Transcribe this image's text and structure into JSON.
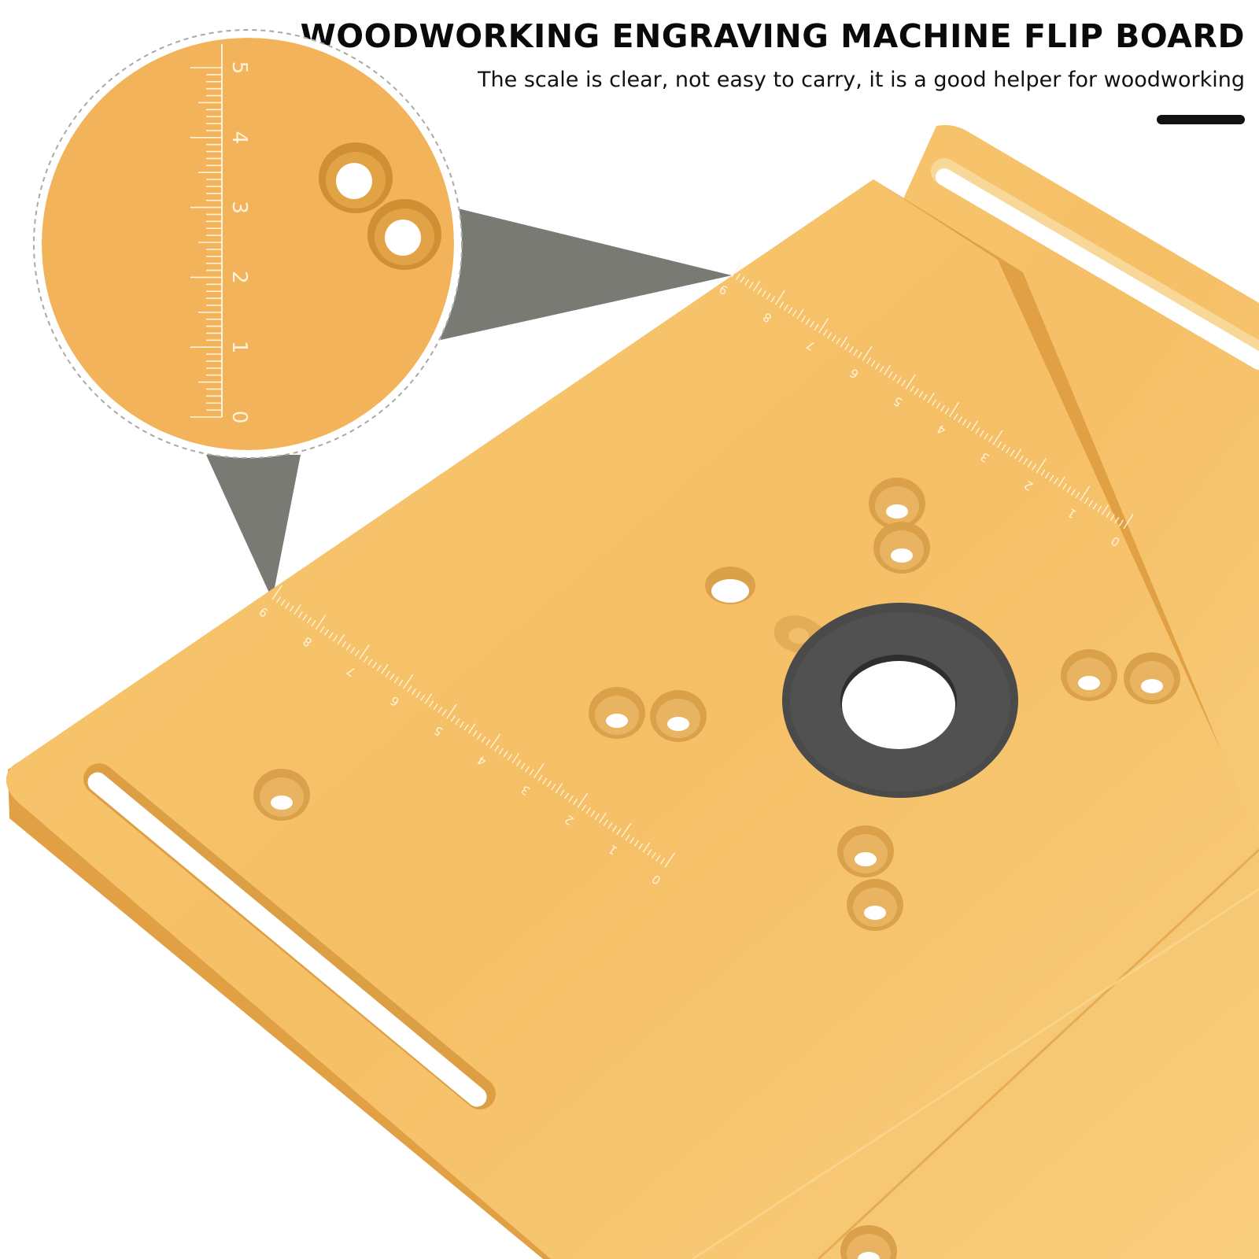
{
  "header": {
    "title": "WOODWORKING ENGRAVING MACHINE FLIP BOARD",
    "subtitle": "The scale is clear, not easy to carry, it is a good helper for woodworking"
  },
  "scales": {
    "front_labels": [
      "9",
      "8",
      "7",
      "6",
      "5",
      "4",
      "3",
      "2",
      "1",
      "0"
    ],
    "back_labels": [
      "9",
      "8",
      "7",
      "6",
      "5",
      "4",
      "3",
      "2",
      "1",
      "0"
    ],
    "zoom_labels": [
      "5",
      "4",
      "3",
      "2",
      "1",
      "0"
    ]
  },
  "colors": {
    "plate": "#f6c26a",
    "plate_edge": "#e1a143",
    "zoom_fill": "#f2b35a",
    "callout": "#7a7a74",
    "insert_ring": "#4a4a4a",
    "engraving": "#fff3dc"
  }
}
